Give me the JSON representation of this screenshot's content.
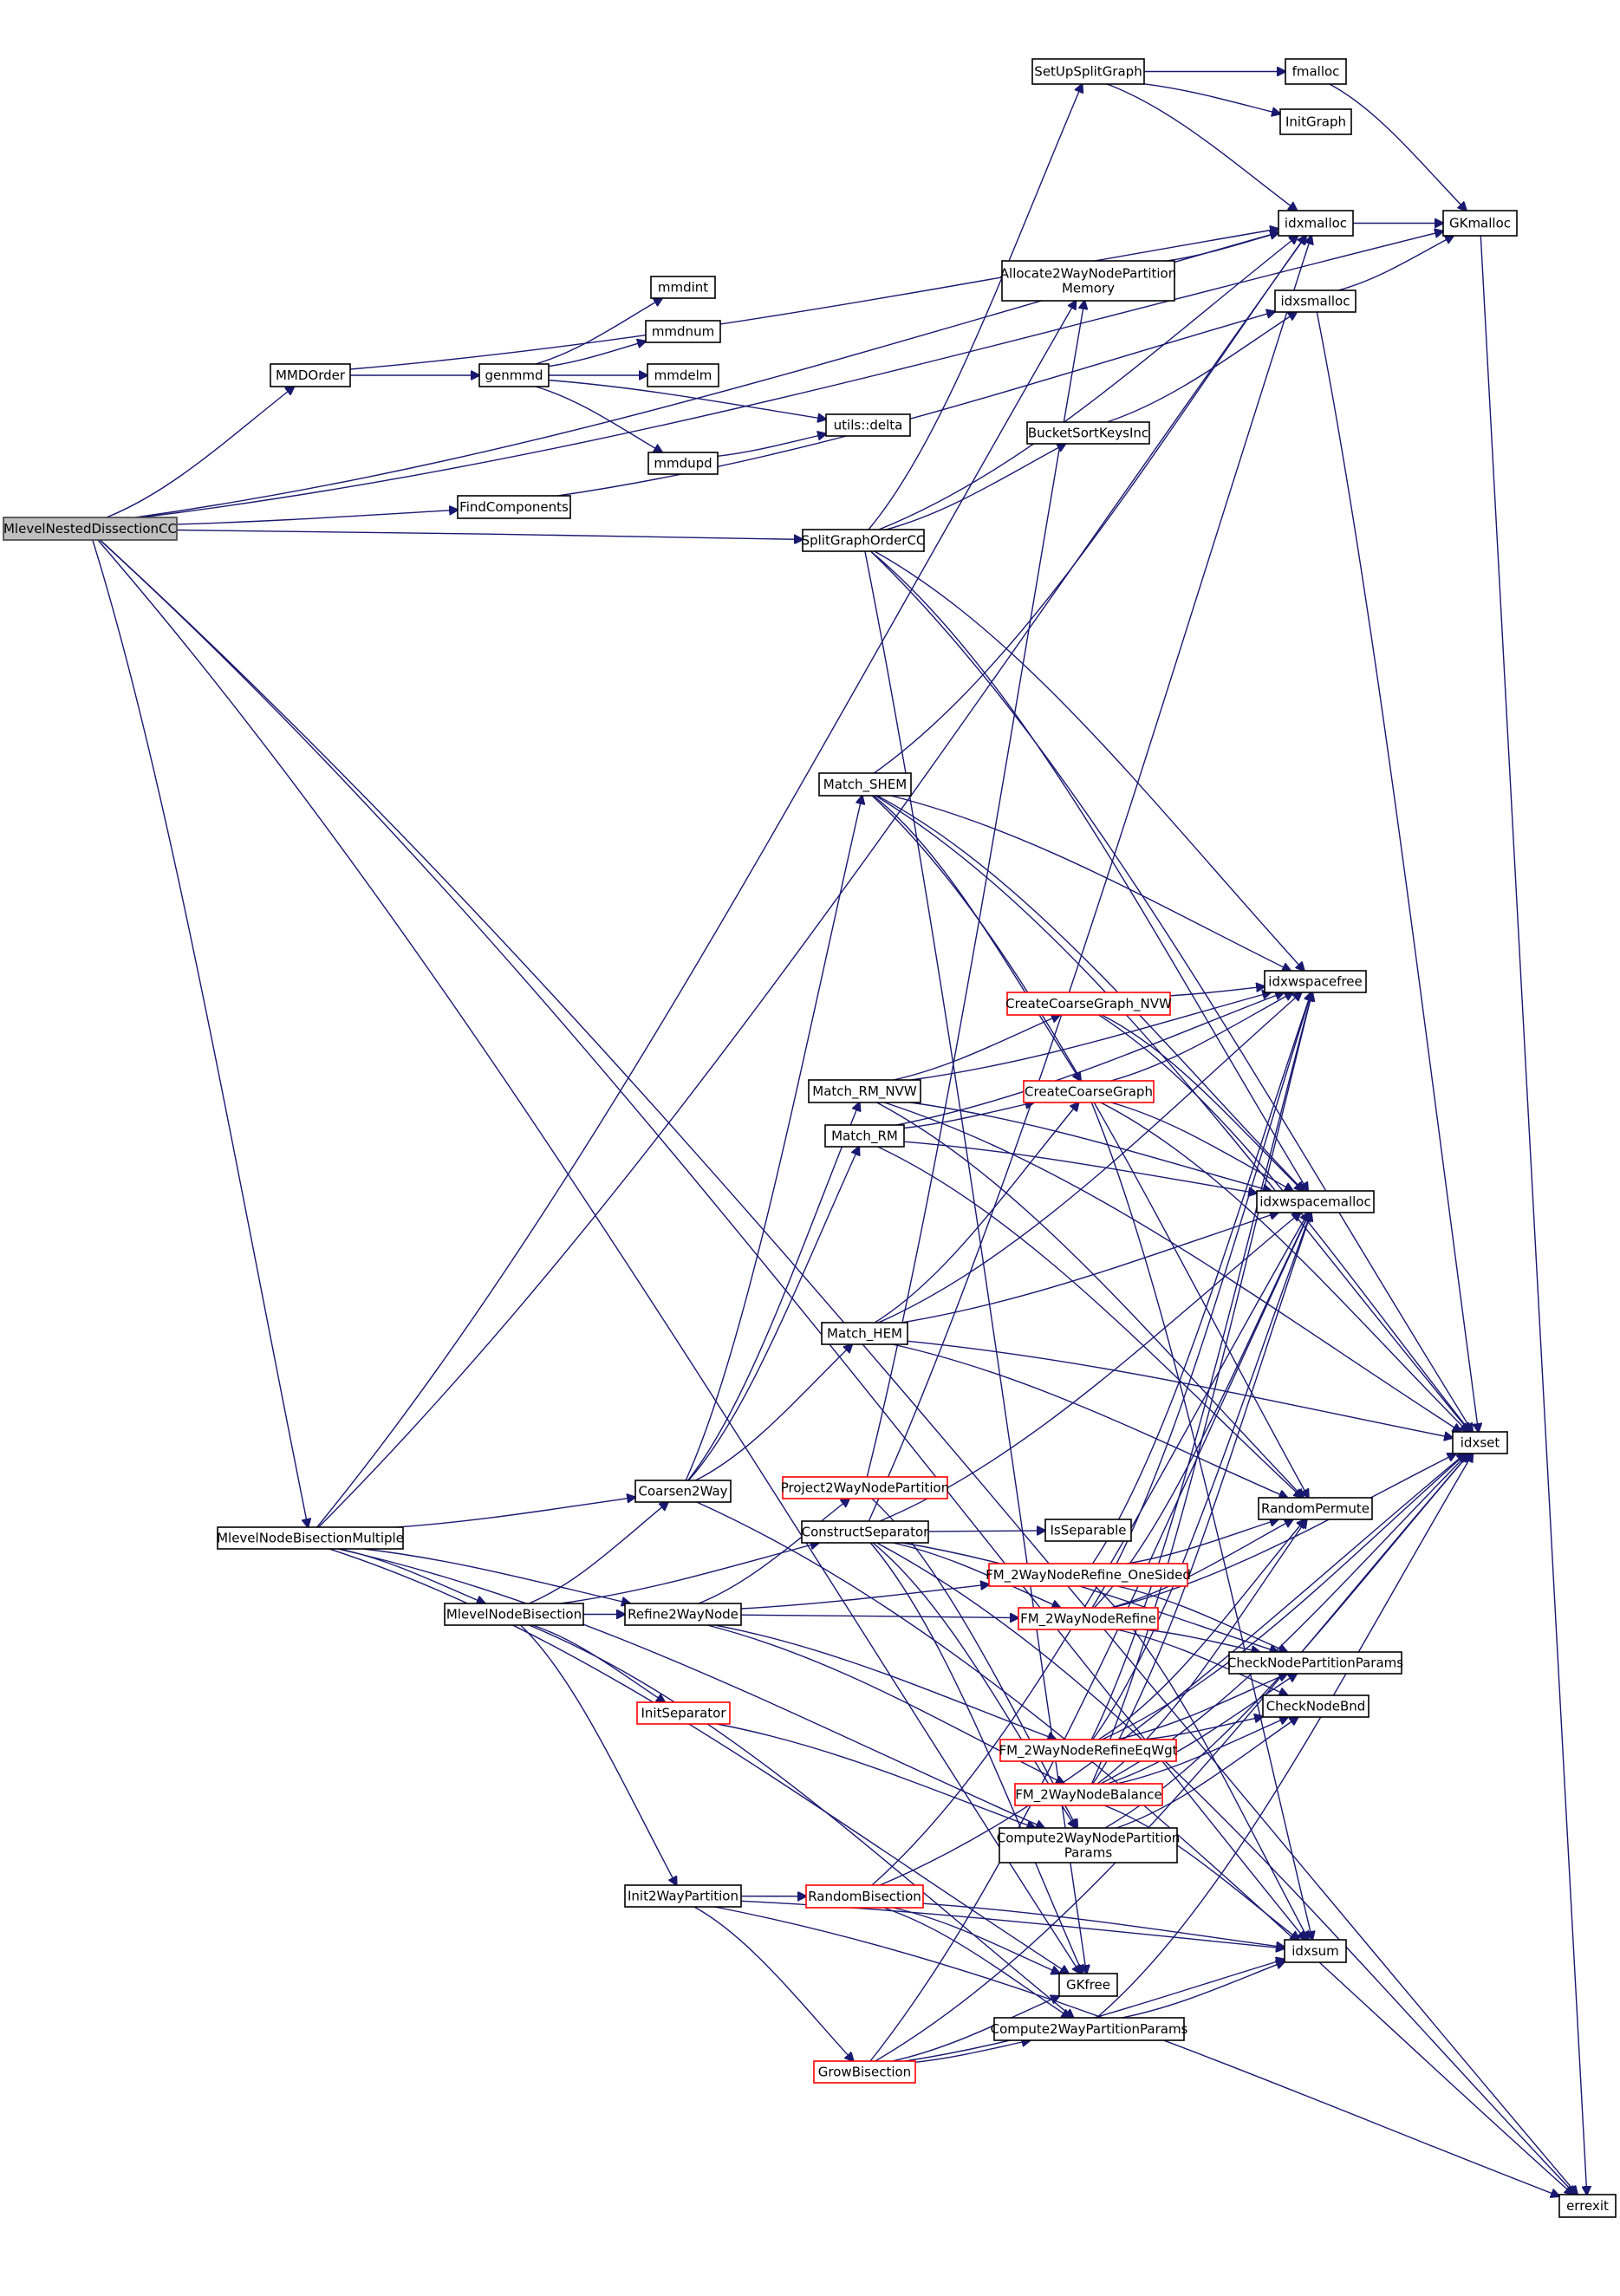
{
  "diagram": {
    "type": "call-graph",
    "root": "MlevelNestedDissectionCC",
    "colors": {
      "edge": "#191970",
      "node_border": "#000000",
      "root_fill": "#bfbfbf",
      "truncated_border": "#ff0000"
    },
    "nodes": [
      {
        "id": "MlevelNestedDissectionCC",
        "label": "MlevelNestedDissectionCC",
        "root": true
      },
      {
        "id": "MMDOrder",
        "label": "MMDOrder"
      },
      {
        "id": "genmmd",
        "label": "genmmd"
      },
      {
        "id": "mmdint",
        "label": "mmdint"
      },
      {
        "id": "mmdnum",
        "label": "mmdnum"
      },
      {
        "id": "mmdelm",
        "label": "mmdelm"
      },
      {
        "id": "mmdupd",
        "label": "mmdupd"
      },
      {
        "id": "utils_delta",
        "label": "utils::delta"
      },
      {
        "id": "FindComponents",
        "label": "FindComponents"
      },
      {
        "id": "SplitGraphOrderCC",
        "label": "SplitGraphOrderCC"
      },
      {
        "id": "SetUpSplitGraph",
        "label": "SetUpSplitGraph"
      },
      {
        "id": "fmalloc",
        "label": "fmalloc"
      },
      {
        "id": "InitGraph",
        "label": "InitGraph"
      },
      {
        "id": "idxmalloc",
        "label": "idxmalloc"
      },
      {
        "id": "GKmalloc",
        "label": "GKmalloc"
      },
      {
        "id": "Allocate2WayNodePartitionMemory",
        "label": "Allocate2WayNodePartition\nMemory"
      },
      {
        "id": "idxsmalloc",
        "label": "idxsmalloc"
      },
      {
        "id": "BucketSortKeysInc",
        "label": "BucketSortKeysInc"
      },
      {
        "id": "Match_SHEM",
        "label": "Match_SHEM"
      },
      {
        "id": "idxwspacefree",
        "label": "idxwspacefree"
      },
      {
        "id": "CreateCoarseGraph_NVW",
        "label": "CreateCoarseGraph_NVW",
        "truncated": true
      },
      {
        "id": "Match_RM_NVW",
        "label": "Match_RM_NVW"
      },
      {
        "id": "CreateCoarseGraph",
        "label": "CreateCoarseGraph",
        "truncated": true
      },
      {
        "id": "Match_RM",
        "label": "Match_RM"
      },
      {
        "id": "idxwspacemalloc",
        "label": "idxwspacemalloc"
      },
      {
        "id": "Match_HEM",
        "label": "Match_HEM"
      },
      {
        "id": "idxset",
        "label": "idxset"
      },
      {
        "id": "Coarsen2Way",
        "label": "Coarsen2Way"
      },
      {
        "id": "Project2WayNodePartition",
        "label": "Project2WayNodePartition",
        "truncated": true
      },
      {
        "id": "RandomPermute",
        "label": "RandomPermute"
      },
      {
        "id": "MlevelNodeBisectionMultiple",
        "label": "MlevelNodeBisectionMultiple"
      },
      {
        "id": "ConstructSeparator",
        "label": "ConstructSeparator"
      },
      {
        "id": "IsSeparable",
        "label": "IsSeparable"
      },
      {
        "id": "FM_2WayNodeRefine_OneSided",
        "label": "FM_2WayNodeRefine_OneSided",
        "truncated": true
      },
      {
        "id": "MlevelNodeBisection",
        "label": "MlevelNodeBisection"
      },
      {
        "id": "Refine2WayNode",
        "label": "Refine2WayNode"
      },
      {
        "id": "FM_2WayNodeRefine",
        "label": "FM_2WayNodeRefine",
        "truncated": true
      },
      {
        "id": "CheckNodePartitionParams",
        "label": "CheckNodePartitionParams"
      },
      {
        "id": "InitSeparator",
        "label": "InitSeparator",
        "truncated": true
      },
      {
        "id": "CheckNodeBnd",
        "label": "CheckNodeBnd"
      },
      {
        "id": "FM_2WayNodeRefineEqWgt",
        "label": "FM_2WayNodeRefineEqWgt",
        "truncated": true
      },
      {
        "id": "FM_2WayNodeBalance",
        "label": "FM_2WayNodeBalance",
        "truncated": true
      },
      {
        "id": "Compute2WayNodePartitionParams",
        "label": "Compute2WayNodePartition\nParams"
      },
      {
        "id": "Init2WayPartition",
        "label": "Init2WayPartition"
      },
      {
        "id": "RandomBisection",
        "label": "RandomBisection",
        "truncated": true
      },
      {
        "id": "idxsum",
        "label": "idxsum"
      },
      {
        "id": "GKfree",
        "label": "GKfree"
      },
      {
        "id": "Compute2WayPartitionParams",
        "label": "Compute2WayPartitionParams"
      },
      {
        "id": "GrowBisection",
        "label": "GrowBisection",
        "truncated": true
      },
      {
        "id": "errexit",
        "label": "errexit"
      }
    ],
    "edges": [
      [
        "MlevelNestedDissectionCC",
        "GKmalloc"
      ],
      [
        "MlevelNestedDissectionCC",
        "idxmalloc"
      ],
      [
        "MlevelNestedDissectionCC",
        "MMDOrder"
      ],
      [
        "MlevelNestedDissectionCC",
        "FindComponents"
      ],
      [
        "MlevelNestedDissectionCC",
        "SplitGraphOrderCC"
      ],
      [
        "MlevelNestedDissectionCC",
        "MlevelNodeBisectionMultiple"
      ],
      [
        "MlevelNestedDissectionCC",
        "GKfree"
      ],
      [
        "MlevelNestedDissectionCC",
        "idxsum"
      ],
      [
        "MlevelNestedDissectionCC",
        "errexit"
      ],
      [
        "MMDOrder",
        "idxmalloc"
      ],
      [
        "MMDOrder",
        "genmmd"
      ],
      [
        "genmmd",
        "mmdint"
      ],
      [
        "genmmd",
        "mmdnum"
      ],
      [
        "genmmd",
        "mmdelm"
      ],
      [
        "genmmd",
        "mmdupd"
      ],
      [
        "genmmd",
        "utils_delta"
      ],
      [
        "mmdupd",
        "utils_delta"
      ],
      [
        "FindComponents",
        "idxsmalloc"
      ],
      [
        "SplitGraphOrderCC",
        "SetUpSplitGraph"
      ],
      [
        "SplitGraphOrderCC",
        "idxmalloc"
      ],
      [
        "SplitGraphOrderCC",
        "BucketSortKeysInc"
      ],
      [
        "SplitGraphOrderCC",
        "idxwspacefree"
      ],
      [
        "SplitGraphOrderCC",
        "idxwspacemalloc"
      ],
      [
        "SplitGraphOrderCC",
        "idxset"
      ],
      [
        "SplitGraphOrderCC",
        "GKfree"
      ],
      [
        "SetUpSplitGraph",
        "fmalloc"
      ],
      [
        "SetUpSplitGraph",
        "InitGraph"
      ],
      [
        "SetUpSplitGraph",
        "idxmalloc"
      ],
      [
        "fmalloc",
        "GKmalloc"
      ],
      [
        "idxmalloc",
        "GKmalloc"
      ],
      [
        "idxsmalloc",
        "GKmalloc"
      ],
      [
        "idxsmalloc",
        "idxset"
      ],
      [
        "GKmalloc",
        "errexit"
      ],
      [
        "Allocate2WayNodePartitionMemory",
        "idxmalloc"
      ],
      [
        "BucketSortKeysInc",
        "idxsmalloc"
      ],
      [
        "MlevelNodeBisectionMultiple",
        "idxmalloc"
      ],
      [
        "MlevelNodeBisectionMultiple",
        "Allocate2WayNodePartitionMemory"
      ],
      [
        "MlevelNodeBisectionMultiple",
        "Coarsen2Way"
      ],
      [
        "MlevelNodeBisectionMultiple",
        "MlevelNodeBisection"
      ],
      [
        "MlevelNodeBisectionMultiple",
        "Refine2WayNode"
      ],
      [
        "MlevelNodeBisectionMultiple",
        "Compute2WayNodePartitionParams"
      ],
      [
        "MlevelNodeBisectionMultiple",
        "GKfree"
      ],
      [
        "MlevelNodeBisection",
        "Coarsen2Way"
      ],
      [
        "MlevelNodeBisection",
        "Refine2WayNode"
      ],
      [
        "MlevelNodeBisection",
        "ConstructSeparator"
      ],
      [
        "MlevelNodeBisection",
        "InitSeparator"
      ],
      [
        "MlevelNodeBisection",
        "Init2WayPartition"
      ],
      [
        "MlevelNodeBisection",
        "Compute2WayPartitionParams"
      ],
      [
        "Coarsen2Way",
        "Match_SHEM"
      ],
      [
        "Coarsen2Way",
        "Match_RM_NVW"
      ],
      [
        "Coarsen2Way",
        "Match_RM"
      ],
      [
        "Coarsen2Way",
        "Match_HEM"
      ],
      [
        "Coarsen2Way",
        "errexit"
      ],
      [
        "Match_SHEM",
        "idxmalloc"
      ],
      [
        "Match_SHEM",
        "idxwspacefree"
      ],
      [
        "Match_SHEM",
        "idxwspacemalloc"
      ],
      [
        "Match_SHEM",
        "CreateCoarseGraph"
      ],
      [
        "Match_SHEM",
        "RandomPermute"
      ],
      [
        "Match_SHEM",
        "idxset"
      ],
      [
        "Match_RM_NVW",
        "CreateCoarseGraph_NVW"
      ],
      [
        "Match_RM_NVW",
        "idxwspacefree"
      ],
      [
        "Match_RM_NVW",
        "idxwspacemalloc"
      ],
      [
        "Match_RM_NVW",
        "RandomPermute"
      ],
      [
        "Match_RM_NVW",
        "idxset"
      ],
      [
        "Match_RM",
        "CreateCoarseGraph"
      ],
      [
        "Match_RM",
        "idxwspacefree"
      ],
      [
        "Match_RM",
        "idxwspacemalloc"
      ],
      [
        "Match_RM",
        "RandomPermute"
      ],
      [
        "Match_HEM",
        "CreateCoarseGraph"
      ],
      [
        "Match_HEM",
        "idxwspacefree"
      ],
      [
        "Match_HEM",
        "idxwspacemalloc"
      ],
      [
        "Match_HEM",
        "RandomPermute"
      ],
      [
        "Match_HEM",
        "idxset"
      ],
      [
        "CreateCoarseGraph_NVW",
        "idxwspacefree"
      ],
      [
        "CreateCoarseGraph_NVW",
        "idxwspacemalloc"
      ],
      [
        "CreateCoarseGraph_NVW",
        "idxset"
      ],
      [
        "CreateCoarseGraph",
        "idxwspacefree"
      ],
      [
        "CreateCoarseGraph",
        "idxwspacemalloc"
      ],
      [
        "CreateCoarseGraph",
        "idxset"
      ],
      [
        "CreateCoarseGraph",
        "idxsum"
      ],
      [
        "Refine2WayNode",
        "Project2WayNodePartition"
      ],
      [
        "Refine2WayNode",
        "FM_2WayNodeRefine_OneSided"
      ],
      [
        "Refine2WayNode",
        "FM_2WayNodeRefine"
      ],
      [
        "Refine2WayNode",
        "FM_2WayNodeRefineEqWgt"
      ],
      [
        "Refine2WayNode",
        "FM_2WayNodeBalance"
      ],
      [
        "Project2WayNodePartition",
        "Allocate2WayNodePartitionMemory"
      ],
      [
        "Project2WayNodePartition",
        "Compute2WayNodePartitionParams"
      ],
      [
        "ConstructSeparator",
        "IsSeparable"
      ],
      [
        "ConstructSeparator",
        "idxmalloc"
      ],
      [
        "ConstructSeparator",
        "idxwspacemalloc"
      ],
      [
        "ConstructSeparator",
        "FM_2WayNodeRefine"
      ],
      [
        "ConstructSeparator",
        "CheckNodePartitionParams"
      ],
      [
        "ConstructSeparator",
        "Compute2WayNodePartitionParams"
      ],
      [
        "ConstructSeparator",
        "GKfree"
      ],
      [
        "ConstructSeparator",
        "errexit"
      ],
      [
        "FM_2WayNodeRefine_OneSided",
        "idxwspacefree"
      ],
      [
        "FM_2WayNodeRefine_OneSided",
        "RandomPermute"
      ],
      [
        "FM_2WayNodeRefine_OneSided",
        "CheckNodePartitionParams"
      ],
      [
        "FM_2WayNodeRefine_OneSided",
        "idxsum"
      ],
      [
        "FM_2WayNodeRefine",
        "idxwspacefree"
      ],
      [
        "FM_2WayNodeRefine",
        "idxwspacemalloc"
      ],
      [
        "FM_2WayNodeRefine",
        "RandomPermute"
      ],
      [
        "FM_2WayNodeRefine",
        "idxset"
      ],
      [
        "FM_2WayNodeRefine",
        "CheckNodePartitionParams"
      ],
      [
        "FM_2WayNodeRefine",
        "CheckNodeBnd"
      ],
      [
        "FM_2WayNodeRefineEqWgt",
        "idxwspacefree"
      ],
      [
        "FM_2WayNodeRefineEqWgt",
        "idxwspacemalloc"
      ],
      [
        "FM_2WayNodeRefineEqWgt",
        "RandomPermute"
      ],
      [
        "FM_2WayNodeRefineEqWgt",
        "CheckNodePartitionParams"
      ],
      [
        "FM_2WayNodeRefineEqWgt",
        "CheckNodeBnd"
      ],
      [
        "FM_2WayNodeRefineEqWgt",
        "idxset"
      ],
      [
        "FM_2WayNodeBalance",
        "idxwspacefree"
      ],
      [
        "FM_2WayNodeBalance",
        "idxwspacemalloc"
      ],
      [
        "FM_2WayNodeBalance",
        "RandomPermute"
      ],
      [
        "FM_2WayNodeBalance",
        "CheckNodePartitionParams"
      ],
      [
        "FM_2WayNodeBalance",
        "CheckNodeBnd"
      ],
      [
        "FM_2WayNodeBalance",
        "idxset"
      ],
      [
        "FM_2WayNodeBalance",
        "idxsum"
      ],
      [
        "InitSeparator",
        "Compute2WayNodePartitionParams"
      ],
      [
        "Compute2WayNodePartitionParams",
        "CheckNodeBnd"
      ],
      [
        "Compute2WayNodePartitionParams",
        "idxset"
      ],
      [
        "Init2WayPartition",
        "RandomBisection"
      ],
      [
        "Init2WayPartition",
        "GrowBisection"
      ],
      [
        "Init2WayPartition",
        "idxsum"
      ],
      [
        "Init2WayPartition",
        "errexit"
      ],
      [
        "RandomBisection",
        "idxwspacemalloc"
      ],
      [
        "RandomBisection",
        "idxset"
      ],
      [
        "RandomBisection",
        "idxsum"
      ],
      [
        "RandomBisection",
        "GKfree"
      ],
      [
        "RandomBisection",
        "Compute2WayPartitionParams"
      ],
      [
        "GrowBisection",
        "idxwspacemalloc"
      ],
      [
        "GrowBisection",
        "GKfree"
      ],
      [
        "GrowBisection",
        "Compute2WayPartitionParams"
      ],
      [
        "GrowBisection",
        "idxsum"
      ],
      [
        "GrowBisection",
        "idxset"
      ],
      [
        "Compute2WayPartitionParams",
        "idxsum"
      ],
      [
        "Compute2WayPartitionParams",
        "idxset"
      ]
    ]
  }
}
